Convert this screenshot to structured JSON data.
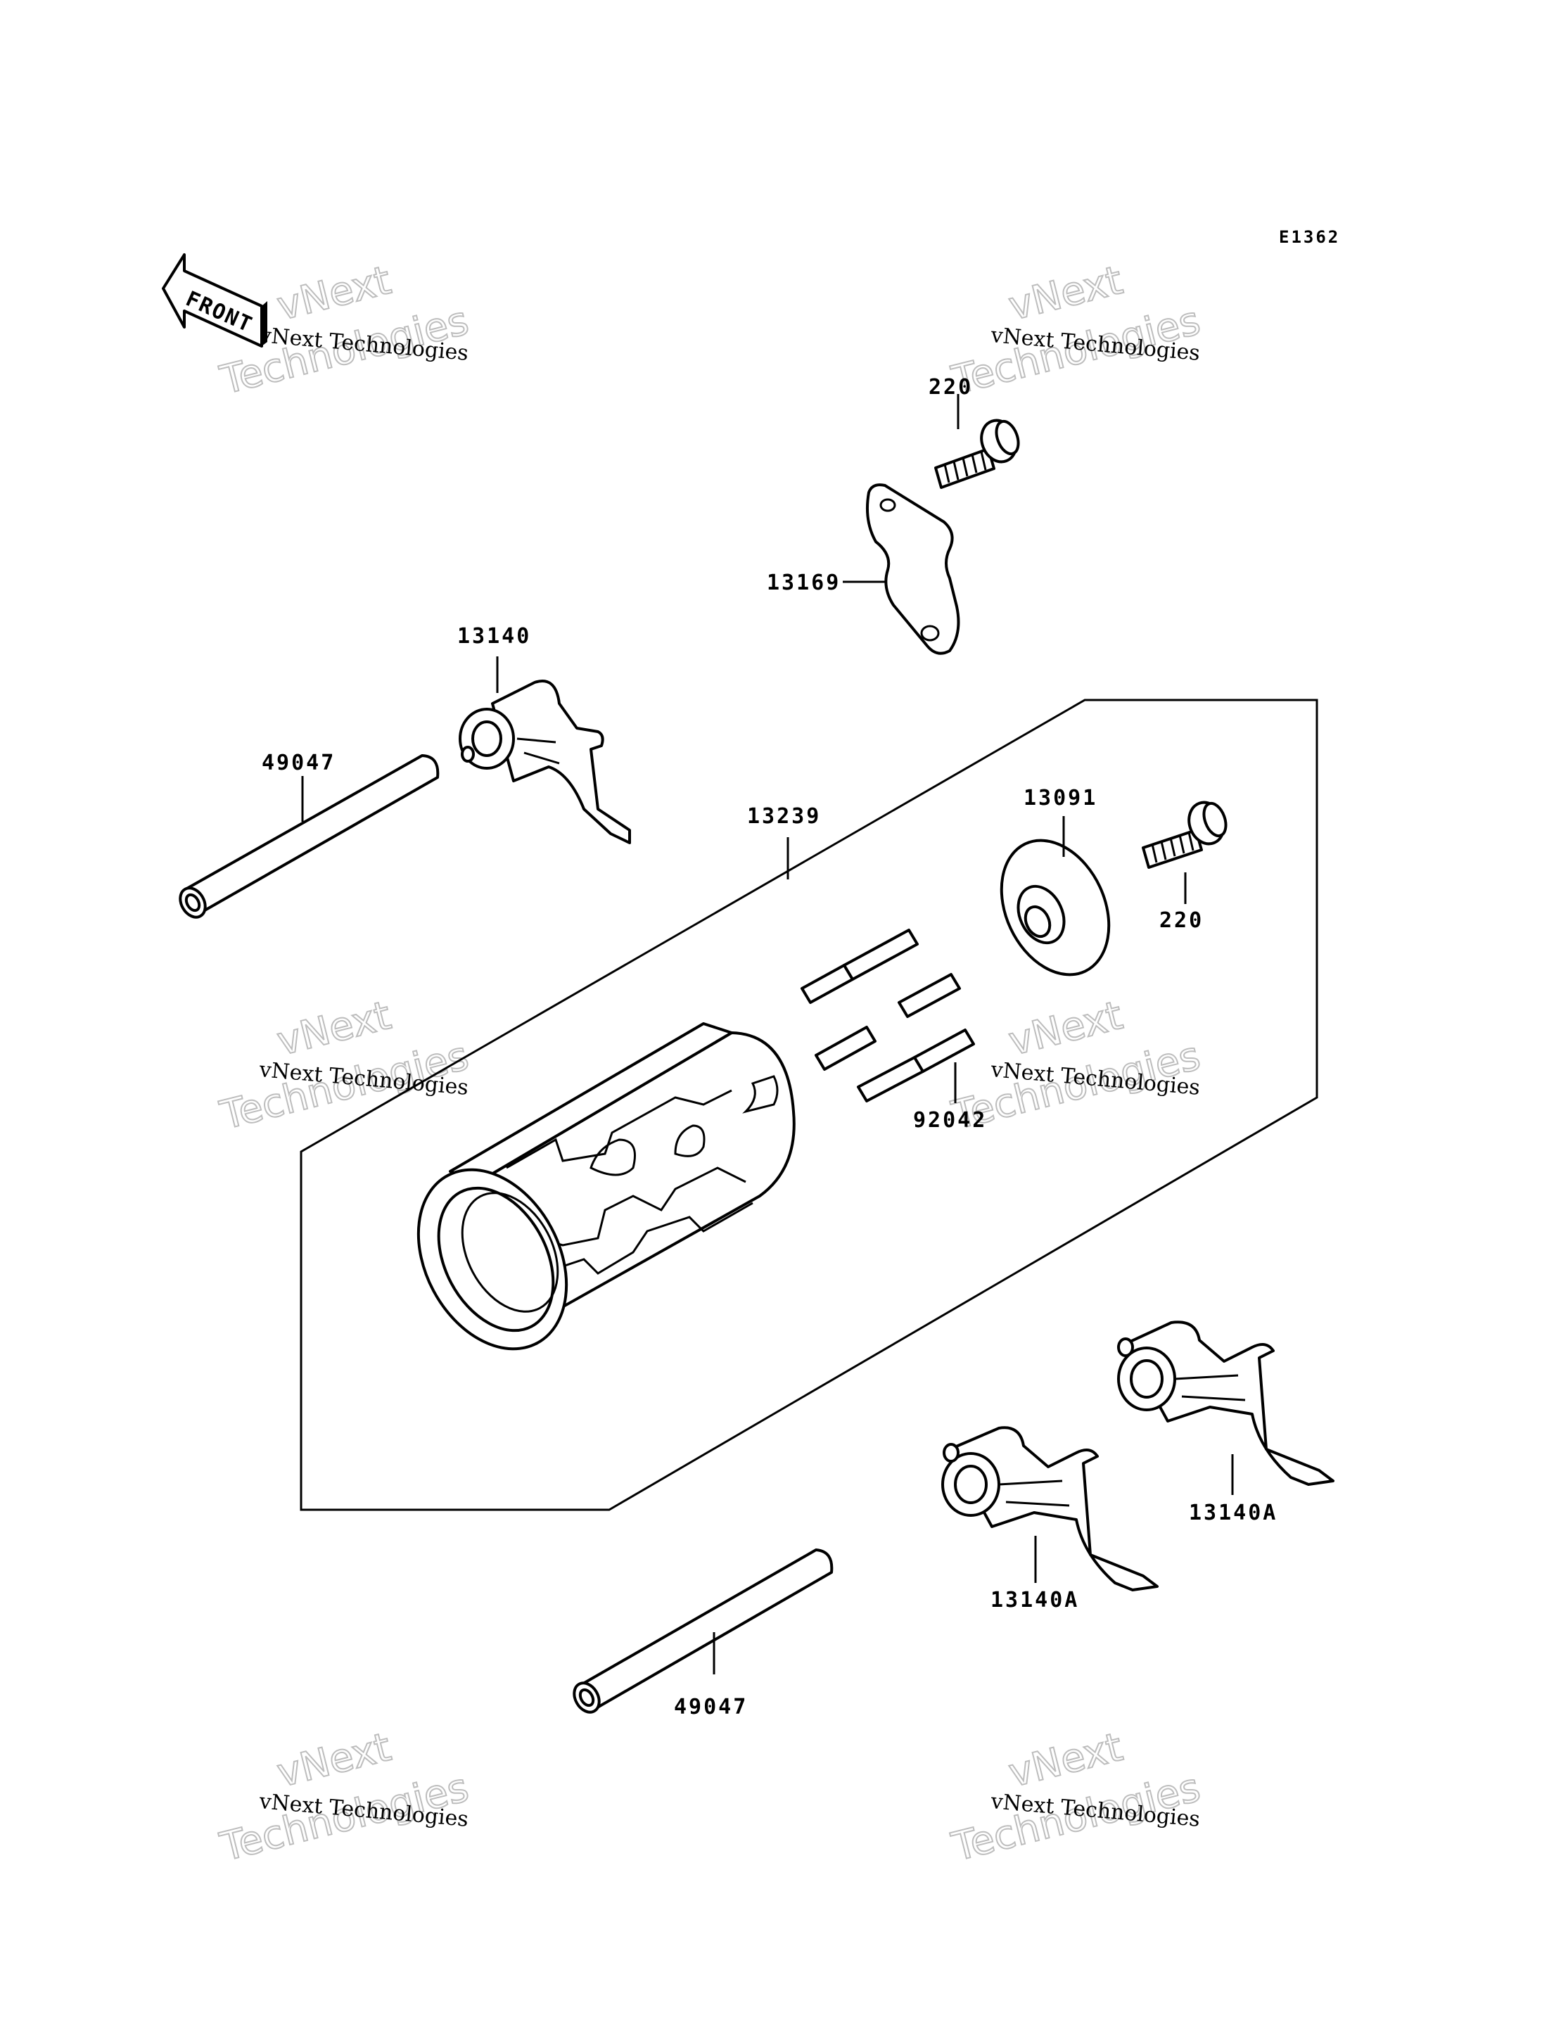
{
  "diagram": {
    "code": "E1362",
    "front_label": "FRONT",
    "watermark": {
      "line1": "vNext",
      "line2": "Technologies",
      "caption": "vNext Technologies"
    },
    "callouts": {
      "bolt_top": "220",
      "bolt_right": "220",
      "plate": "13169",
      "fork_top": "13140",
      "shaft_top": "49047",
      "drum_assembly": "13239",
      "drum_holder": "13091",
      "pins": "92042",
      "fork_right": "13140A",
      "fork_left": "13140A",
      "shaft_bottom": "49047"
    }
  }
}
